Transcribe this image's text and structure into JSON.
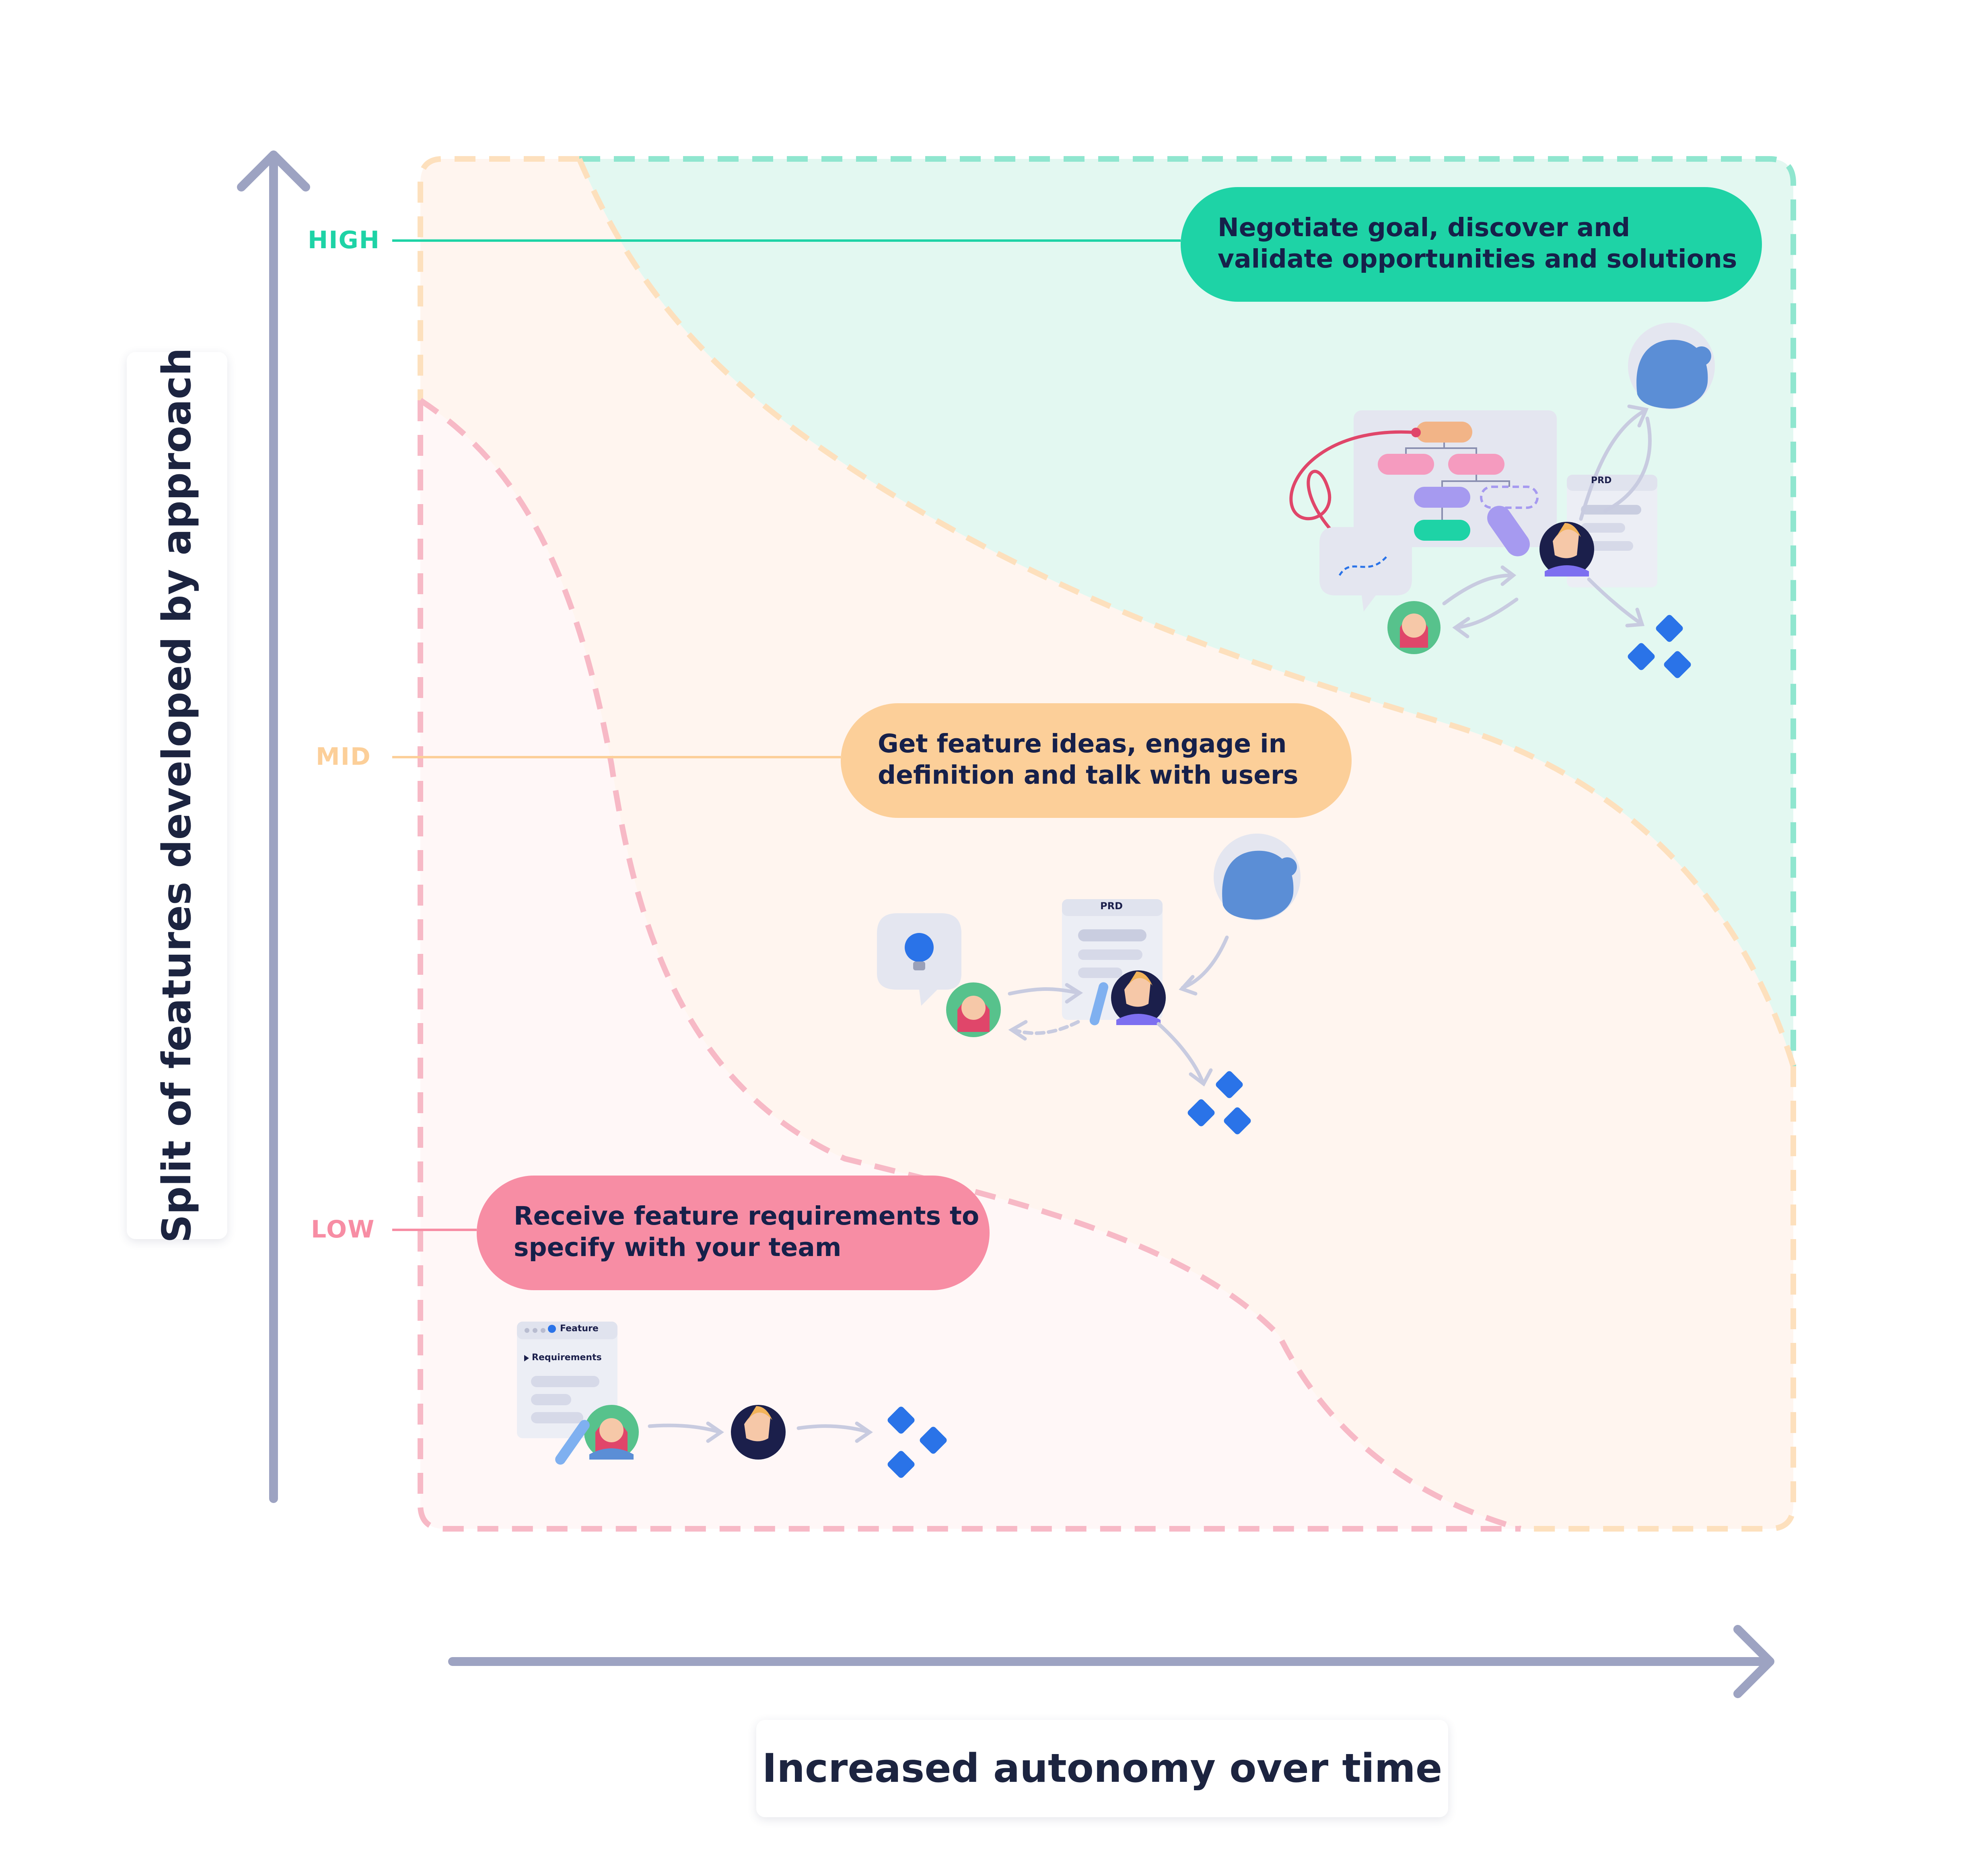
{
  "axes": {
    "y_title": "Split of features developed by approach",
    "x_title": "Increased autonomy over time"
  },
  "levels": {
    "high": {
      "label": "HIGH",
      "color": "#1ed3a6",
      "description_line1": "Negotiate goal, discover and",
      "description_line2": "validate opportunities and solutions"
    },
    "mid": {
      "label": "MID",
      "color": "#fccf99",
      "description_line1": "Get feature ideas, engage in",
      "description_line2": "definition and talk with users"
    },
    "low": {
      "label": "LOW",
      "color": "#f78da4",
      "description_line1": "Receive feature requirements to",
      "description_line2": "specify with your team"
    }
  },
  "illustrations": {
    "doc_prd": "PRD",
    "doc_feature": "Feature",
    "doc_requirements": "Requirements"
  },
  "colors": {
    "axis": "#9da3c2",
    "zone_high_fill": "#e3f8f1",
    "zone_mid_fill": "#fff5ef",
    "zone_low_fill": "#fff7f7",
    "avatar_dark": "#1b1f4b",
    "avatar_green": "#57c28c",
    "jira_blue": "#2a73e8",
    "user_blue": "#5b8ed6"
  }
}
